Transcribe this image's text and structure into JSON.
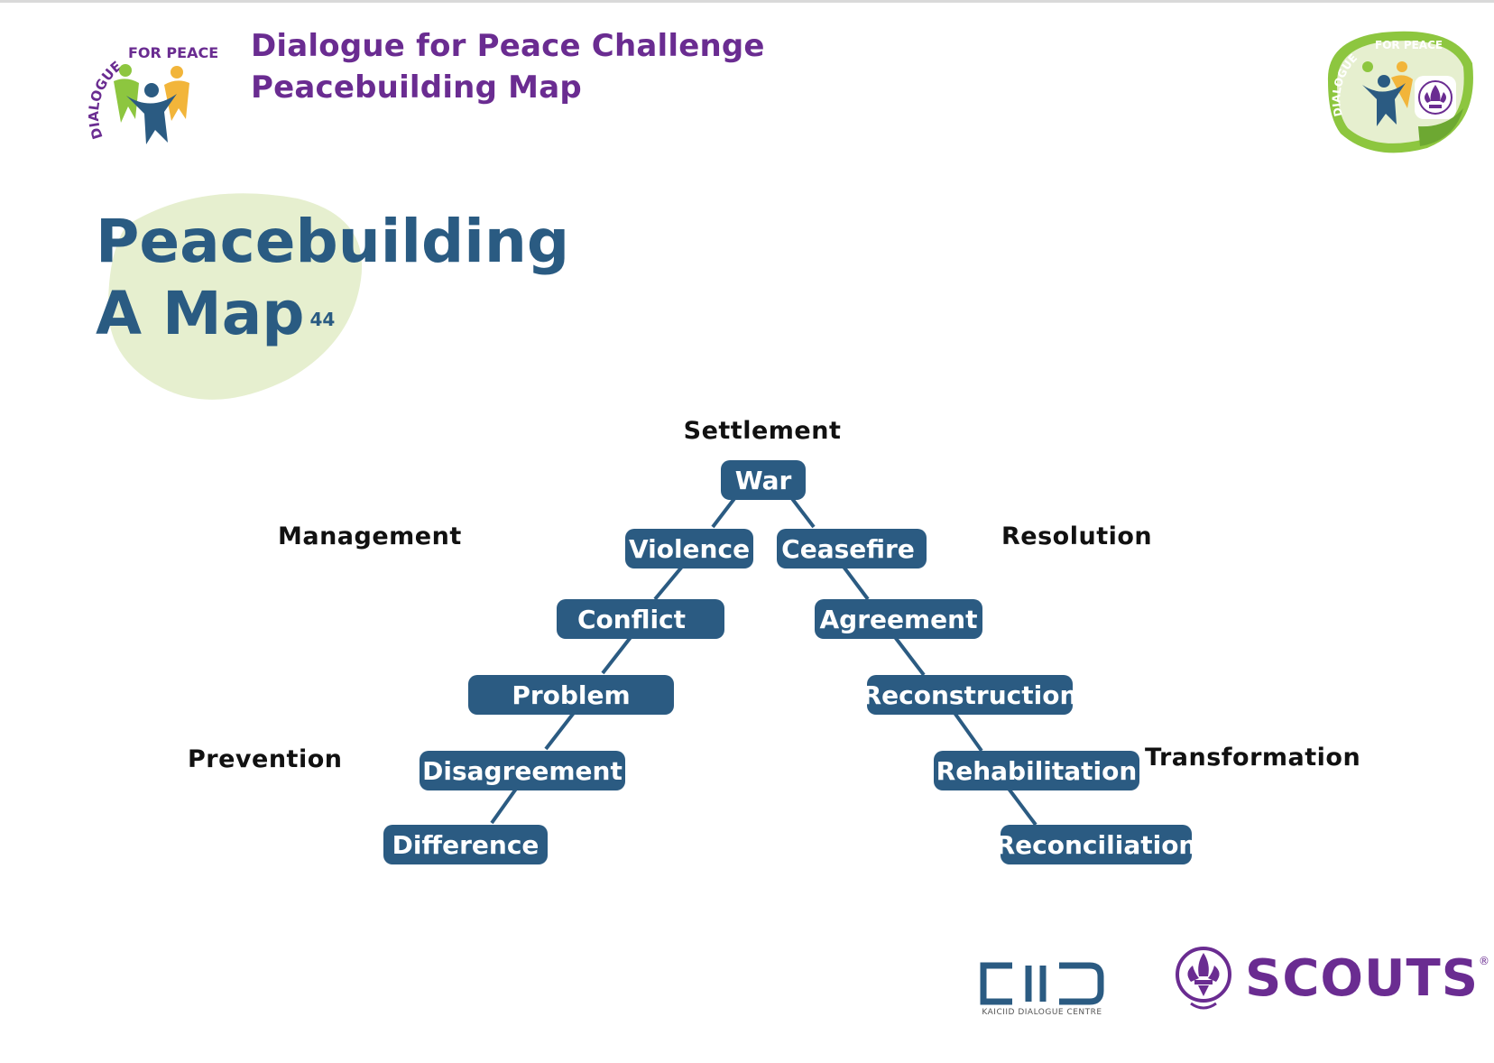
{
  "header": {
    "title_line1": "Dialogue for Peace Challenge",
    "title_line2": "Peacebuilding Map",
    "logo_text": "DIALOGUE FOR PEACE",
    "badge_text": "DIALOGUE FOR PEACE"
  },
  "main": {
    "title_line1": "Peacebuilding",
    "title_line2": "A Map",
    "footnote": "44"
  },
  "diagram": {
    "labels": {
      "settlement": "Settlement",
      "management": "Management",
      "resolution": "Resolution",
      "prevention": "Prevention",
      "transformation": "Transformation"
    },
    "left_chain": [
      "Difference",
      "Disagreement",
      "Problem",
      "Conflict",
      "Violence"
    ],
    "apex": "War",
    "right_chain": [
      "Ceasefire",
      "Agreement",
      "Reconstruction",
      "Rehabilitation",
      "Reconciliation"
    ]
  },
  "footer": {
    "kaiciid_caption": "KAICIID DIALOGUE CENTRE",
    "scouts_word": "SCOUTS",
    "scouts_mark": "®"
  },
  "colors": {
    "brand_purple": "#6a2c91",
    "node_blue": "#2b5b82",
    "blob_green": "#e6efcf",
    "logo_green": "#8dc63f",
    "logo_yellow": "#f2b53a"
  }
}
